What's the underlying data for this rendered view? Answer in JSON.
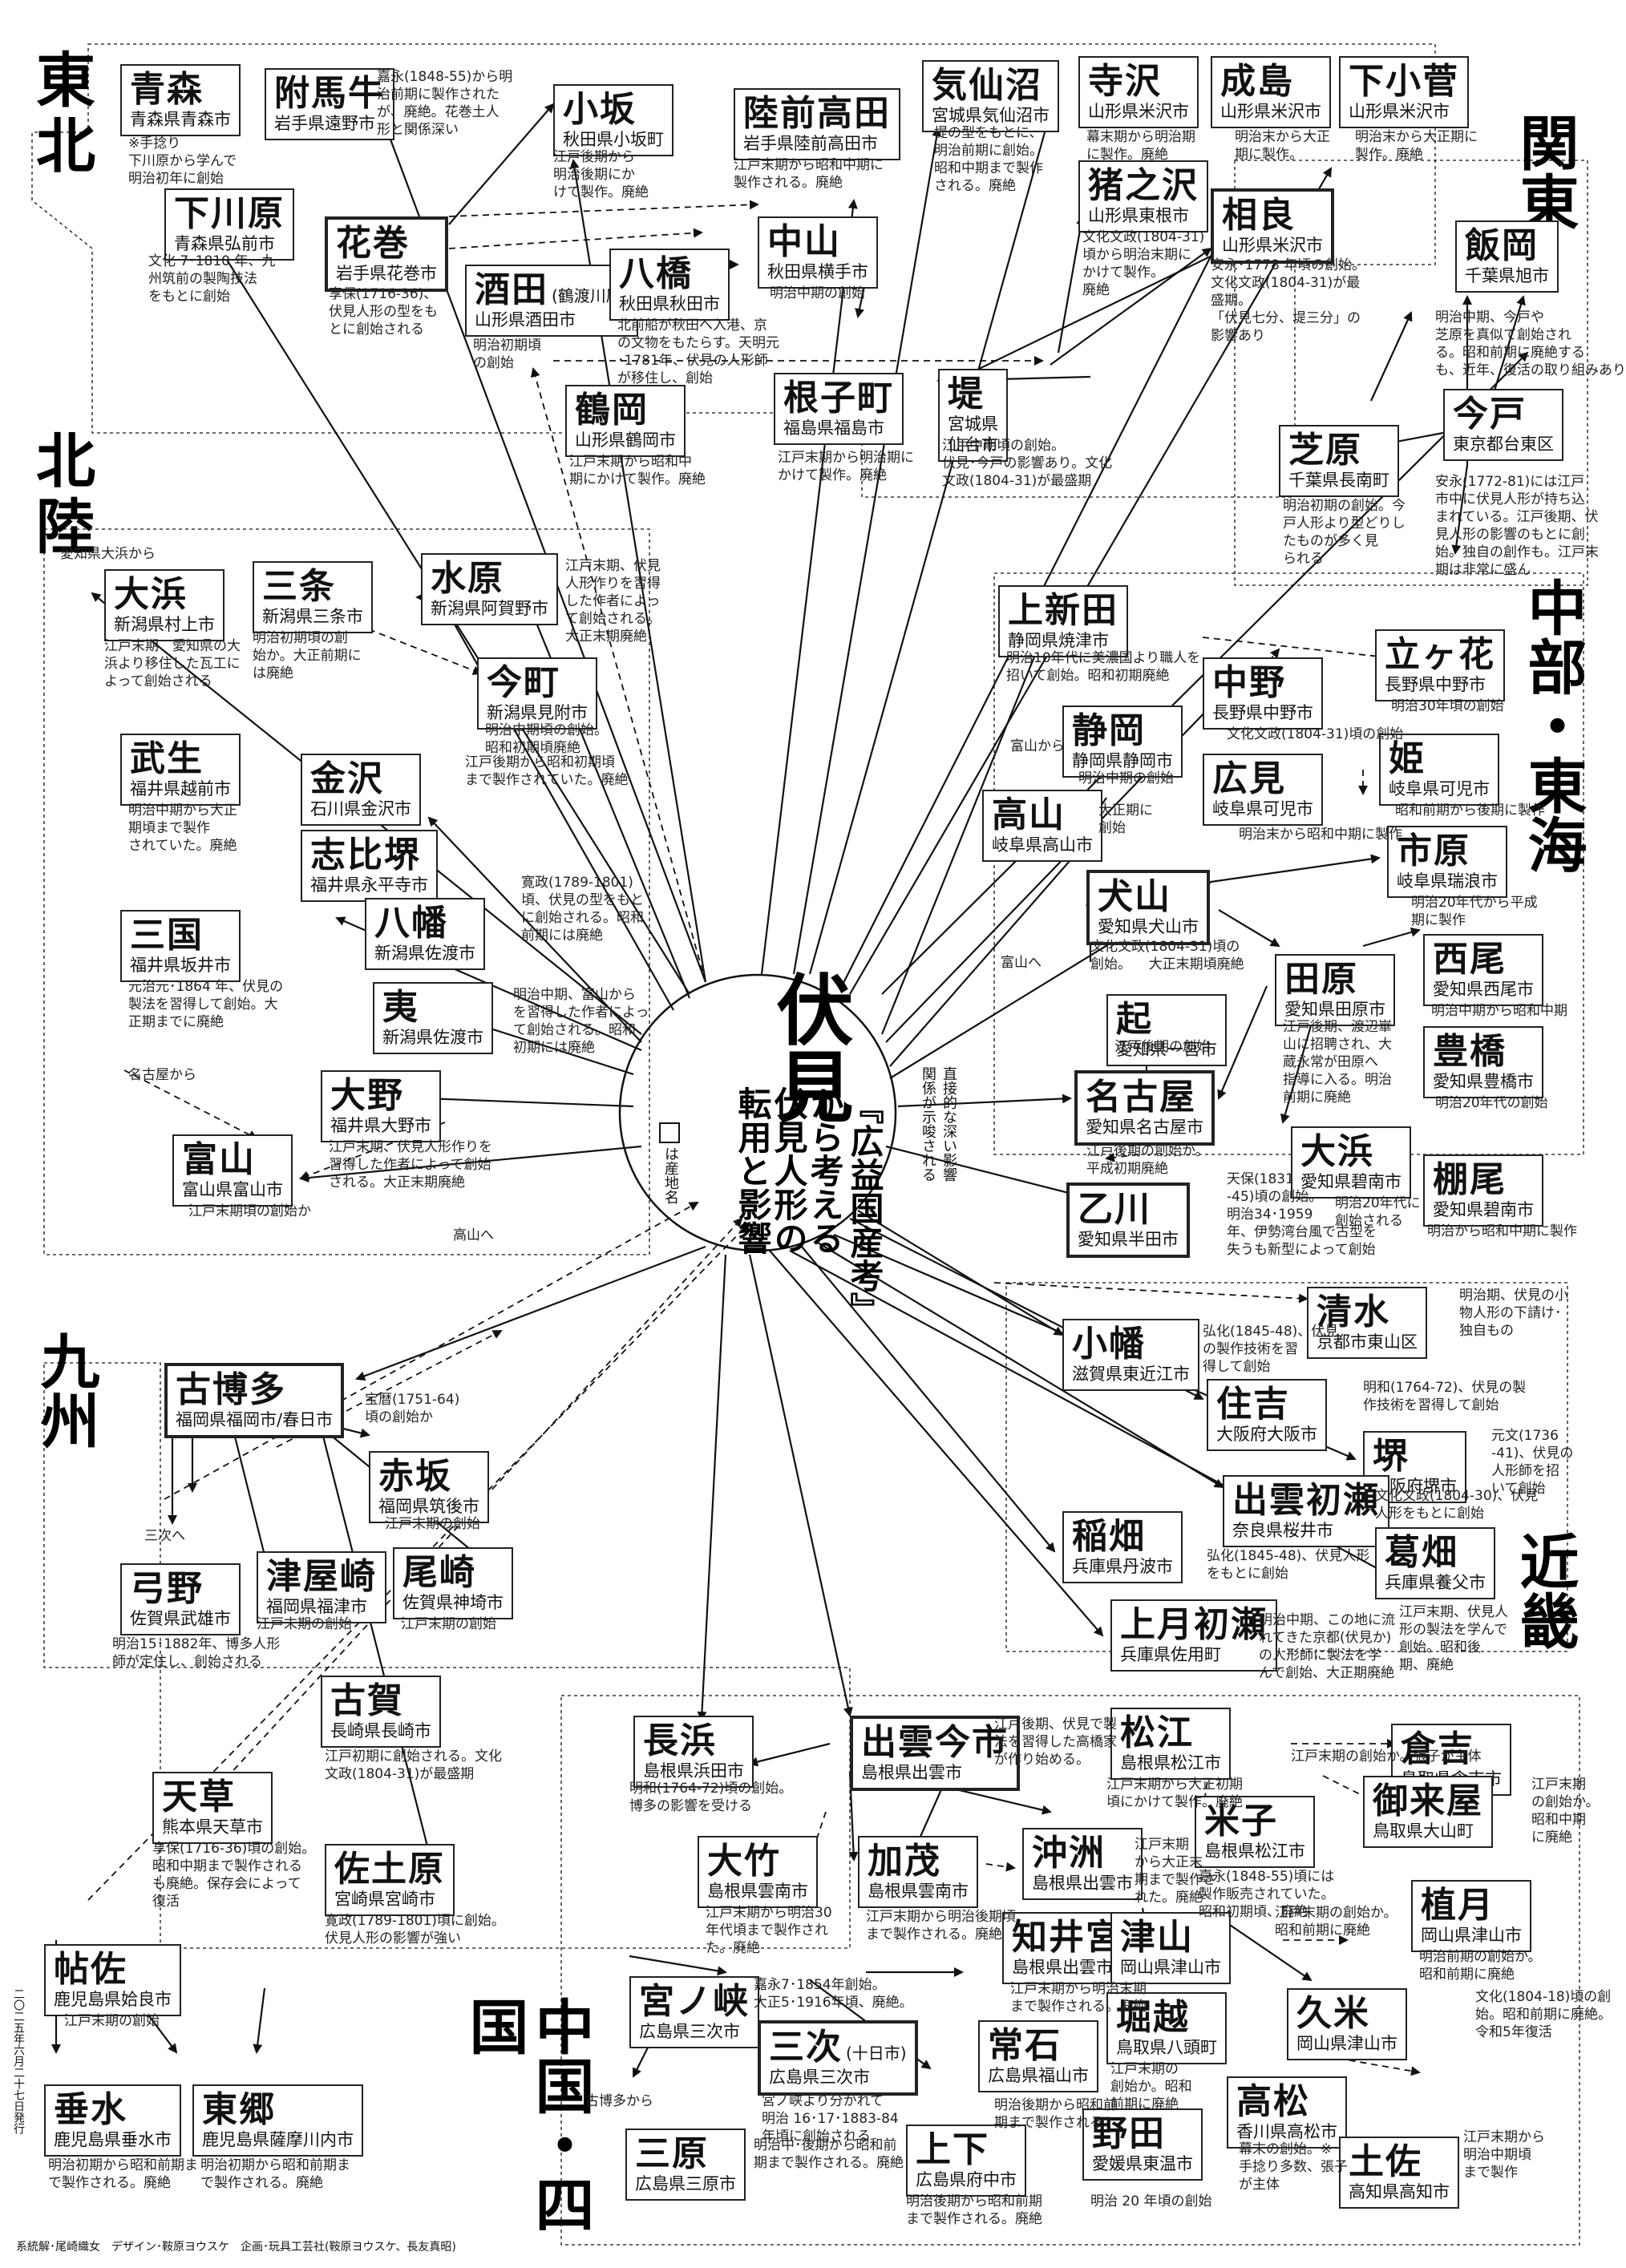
{
  "center": {
    "title": "伏見",
    "subtitle_a": "『広益国産考』",
    "subtitle_b": "から考える",
    "subtitle_c": "伏見人形の",
    "subtitle_d": "転用と影響",
    "legend_source": "は産地名",
    "legend_direct": "直接的な深い影響",
    "legend_hint": "関係が示唆される"
  },
  "regions": {
    "tohoku": "東北",
    "kanto": "関東",
    "hokuriku": "北陸",
    "chubu": "中部・東海",
    "kinki": "近畿",
    "kyushu": "九州",
    "chugoku": "中国・四国"
  },
  "nodes": {
    "aomori": {
      "name": "青森",
      "place": "青森県青森市"
    },
    "shimokawara": {
      "name": "下川原",
      "place": "青森県弘前市"
    },
    "fuzoroi": {
      "name": "附馬牛",
      "place": "岩手県遠野市"
    },
    "hanamaki": {
      "name": "花巻",
      "place": "岩手県花巻市"
    },
    "kosaka": {
      "name": "小坂",
      "place": "秋田県小坂町"
    },
    "rikuzen": {
      "name": "陸前高田",
      "place": "岩手県陸前高田市"
    },
    "kesennuma": {
      "name": "気仙沼",
      "place": "宮城県気仙沼市"
    },
    "terasawa": {
      "name": "寺沢",
      "place": "山形県米沢市"
    },
    "narushima": {
      "name": "成島",
      "place": "山形県米沢市"
    },
    "shimokosuge": {
      "name": "下小菅",
      "place": "山形県米沢市"
    },
    "inokozawa": {
      "name": "猪之沢",
      "place": "山形県東根市"
    },
    "sagara": {
      "name": "相良",
      "place": "山形県米沢市"
    },
    "nakayama": {
      "name": "中山",
      "place": "秋田県横手市"
    },
    "sakata": {
      "name": "酒田",
      "small": "(鶴渡川原)",
      "place": "山形県酒田市"
    },
    "yabase": {
      "name": "八橋",
      "place": "秋田県秋田市"
    },
    "tsuruoka": {
      "name": "鶴岡",
      "place": "山形県鶴岡市"
    },
    "nekomachi": {
      "name": "根子町",
      "place": "福島県福島市"
    },
    "tsutsumi": {
      "name": "堤",
      "place": "宮城県\n仙台市"
    },
    "iioka": {
      "name": "飯岡",
      "place": "千葉県旭市"
    },
    "shibahara": {
      "name": "芝原",
      "place": "千葉県長南町"
    },
    "imado": {
      "name": "今戸",
      "place": "東京都台東区"
    },
    "ohama_n": {
      "name": "大浜",
      "place": "新潟県村上市"
    },
    "sanjo": {
      "name": "三条",
      "place": "新潟県三条市"
    },
    "suibara": {
      "name": "水原",
      "place": "新潟県阿賀野市"
    },
    "imamachi": {
      "name": "今町",
      "place": "新潟県見附市"
    },
    "takefu": {
      "name": "武生",
      "place": "福井県越前市"
    },
    "kanazawa": {
      "name": "金沢",
      "place": "石川県金沢市"
    },
    "shihiro": {
      "name": "志比堺",
      "place": "福井県永平寺市"
    },
    "mikuni": {
      "name": "三国",
      "place": "福井県坂井市"
    },
    "yawata": {
      "name": "八幡",
      "place": "新潟県佐渡市"
    },
    "ebisu": {
      "name": "夷",
      "place": "新潟県佐渡市"
    },
    "ono": {
      "name": "大野",
      "place": "福井県大野市"
    },
    "toyama": {
      "name": "富山",
      "place": "富山県富山市"
    },
    "kamishinden": {
      "name": "上新田",
      "place": "静岡県焼津市"
    },
    "tachibana": {
      "name": "立ヶ花",
      "place": "長野県中野市"
    },
    "nakano": {
      "name": "中野",
      "place": "長野県中野市"
    },
    "shizuoka": {
      "name": "静岡",
      "place": "静岡県静岡市"
    },
    "hime": {
      "name": "姫",
      "place": "岐阜県可児市"
    },
    "hiromi": {
      "name": "広見",
      "place": "岐阜県可児市"
    },
    "takayama": {
      "name": "高山",
      "place": "岐阜県高山市"
    },
    "ichihara": {
      "name": "市原",
      "place": "岐阜県瑞浪市"
    },
    "inuyama": {
      "name": "犬山",
      "place": "愛知県犬山市"
    },
    "nishio": {
      "name": "西尾",
      "place": "愛知県西尾市"
    },
    "tahara": {
      "name": "田原",
      "place": "愛知県田原市"
    },
    "oki": {
      "name": "起",
      "place": "愛知県一宮市"
    },
    "toyohashi": {
      "name": "豊橋",
      "place": "愛知県豊橋市"
    },
    "nagoya": {
      "name": "名古屋",
      "place": "愛知県名古屋市"
    },
    "ohama_h": {
      "name": "大浜",
      "place": "愛知県碧南市"
    },
    "tanao": {
      "name": "棚尾",
      "place": "愛知県碧南市"
    },
    "otogawa": {
      "name": "乙川",
      "place": "愛知県半田市"
    },
    "shimizu": {
      "name": "清水",
      "place": "京都市東山区"
    },
    "obata": {
      "name": "小幡",
      "place": "滋賀県東近江市"
    },
    "sumiyoshi": {
      "name": "住吉",
      "place": "大阪府大阪市"
    },
    "sakai": {
      "name": "堺",
      "place": "大阪府堺市"
    },
    "izumo_hatsuse": {
      "name": "出雲初瀬",
      "place": "奈良県桜井市"
    },
    "inahata": {
      "name": "稲畑",
      "place": "兵庫県丹波市"
    },
    "kuzuhata": {
      "name": "葛畑",
      "place": "兵庫県養父市"
    },
    "kozuki": {
      "name": "上月初瀬",
      "place": "兵庫県佐用町"
    },
    "kohakata": {
      "name": "古博多",
      "place": "福岡県福岡市/春日市"
    },
    "akasaka": {
      "name": "赤坂",
      "place": "福岡県筑後市"
    },
    "yumino": {
      "name": "弓野",
      "place": "佐賀県武雄市"
    },
    "tsuyazaki": {
      "name": "津屋崎",
      "place": "福岡県福津市"
    },
    "ozaki": {
      "name": "尾崎",
      "place": "佐賀県神埼市"
    },
    "koga": {
      "name": "古賀",
      "place": "長崎県長崎市"
    },
    "amakusa": {
      "name": "天草",
      "place": "熊本県天草市"
    },
    "sadowara": {
      "name": "佐土原",
      "place": "宮崎県宮崎市"
    },
    "chosa": {
      "name": "帖佐",
      "place": "鹿児島県姶良市"
    },
    "tarumizu": {
      "name": "垂水",
      "place": "鹿児島県垂水市"
    },
    "togo": {
      "name": "東郷",
      "place": "鹿児島県薩摩川内市"
    },
    "nagahama": {
      "name": "長浜",
      "place": "島根県浜田市"
    },
    "izumo_imaichi": {
      "name": "出雲今市",
      "place": "島根県出雲市"
    },
    "matsue": {
      "name": "松江",
      "place": "島根県松江市"
    },
    "kurayoshi": {
      "name": "倉吉",
      "place": "鳥取県倉吉市"
    },
    "yonago": {
      "name": "米子",
      "place": "島根県松江市"
    },
    "mikuriya": {
      "name": "御来屋",
      "place": "鳥取県大山町"
    },
    "otake": {
      "name": "大竹",
      "place": "島根県雲南市"
    },
    "kamo": {
      "name": "加茂",
      "place": "島根県雲南市"
    },
    "okinosu": {
      "name": "沖洲",
      "place": "島根県出雲市"
    },
    "chiikumiya": {
      "name": "知井宮",
      "place": "島根県出雲市"
    },
    "tsuyama": {
      "name": "津山",
      "place": "岡山県津山市"
    },
    "uetsuki": {
      "name": "植月",
      "place": "岡山県津山市"
    },
    "horikoshi": {
      "name": "堀越",
      "place": "鳥取県八頭町"
    },
    "kume": {
      "name": "久米",
      "place": "岡山県津山市"
    },
    "miyanokyo": {
      "name": "宮ノ峡",
      "place": "広島県三次市"
    },
    "miyoshi": {
      "name": "三次",
      "small": "(十日市)",
      "place": "広島県三次市"
    },
    "tsuneishi": {
      "name": "常石",
      "place": "広島県福山市"
    },
    "mihara": {
      "name": "三原",
      "place": "広島県三原市"
    },
    "kamige": {
      "name": "上下",
      "place": "広島県府中市"
    },
    "noda": {
      "name": "野田",
      "place": "愛媛県東温市"
    },
    "takamatsu": {
      "name": "高松",
      "place": "香川県高松市"
    },
    "tosa": {
      "name": "土佐",
      "place": "高知県高知市"
    }
  },
  "notes": {
    "aomori": "※手捻り\n下川原から学んで\n明治初年に創始",
    "shimokawara": "文化 7･1810 年、九\n州筑前の製陶技法\nをもとに創始",
    "fuzoroi": "嘉永(1848-55)から明\n治前期に製作された\nが、廃絶。花巻土人\n形と関係深い",
    "hanamaki": "享保(1716-36)、\n伏見人形の型をも\nとに創始される",
    "kosaka": "江戸後期から\n明治後期にか\nけて製作。廃絶",
    "rikuzen": "江戸末期から昭和中期に\n製作される。廃絶",
    "kesennuma": "堤の型をもとに、\n明治前期に創始。\n昭和中期まで製作\nされる。廃絶",
    "terasawa": "幕末期から明治期\nに製作。廃絶",
    "narushima": "明治末から大正\n期に製作。",
    "shimokosuge": "明治末から大正期に\n製作。廃絶",
    "inokozawa": "文化文政(1804-31)\n頃から明治末期に\nかけて製作。\n廃絶",
    "sagara": "安永･1778 年頃の創始。\n文化文政(1804-31)が最\n盛期。\n「伏見七分、堤三分」の\n影響あり",
    "nakayama": "明治中期の創始",
    "sakata": "明治初期頃\nの創始",
    "yabase": "北前船が秋田へ入港、京\nの文物をもたらす。天明元\n･1781年、伏見の人形師\nが移住し、創始",
    "tsuruoka": "江戸末期から昭和中\n期にかけて製作。廃絶",
    "nekomachi": "江戸末期から明治期に\nかけて製作。廃絶",
    "tsutsumi": "江戸中期頃の創始。\n伏見･今戸の影響あり。文化\n文政(1804-31)が最盛期",
    "iioka": "明治中期、今戸や\n芝原を真似て創始され\nる。昭和前期に廃絶する\nも、近年、復活の取り組みあり",
    "shibahara": "明治初期の創始。今\n戸人形より型どりし\nたものが多く見\nられる",
    "imado": "安永(1772-81)には江戸\n市中に伏見人形が持ち込\nまれている。江戸後期、伏\n見人形の影響のもとに創\n始。独自の創作も。江戸末\n期は非常に盛ん",
    "ohama_n": "江戸末期、愛知県の大\n浜より移住した瓦工に\nよって創始される",
    "ohama_n_from": "愛知県大浜から",
    "suibara": "江戸末期、伏見\n人形作りを習得\nした作者によっ\nて創始される。\n大正末期廃絶",
    "sanjo": "明治初期頃の創\n始か。大正前期に\nは廃絶",
    "imamachi": "明治中期頃の創始。\n昭和初期頃廃絶",
    "takefu": "明治中期から大正\n期頃まで製作\nされていた。廃絶",
    "kanazawa": "江戸後期から昭和初期頃\nまで製作されていた。廃絶",
    "yawata": "寛政(1789-1801)\n頃、伏見の型をもと\nに創始される。昭和\n前期には廃絶",
    "mikuni": "元治元･1864 年、伏見の\n製法を習得して創始。大\n正期までに廃絶",
    "ebisu": "明治中期、富山から\nを習得した作者によっ\nて創始される。昭和\n初期には廃絶",
    "ono": "江戸末期、伏見人形作りを\n習得した作者によって創始\nされる。大正末期廃絶",
    "nagoya_from": "名古屋から",
    "toyama": "江戸末期頃の創始か",
    "toyama_to": "高山へ",
    "kamishinden": "明治10年代に美濃国より職人を\n招いて創始。昭和初期廃絶",
    "tachibana": "明治30年頃の創始",
    "nakano": "文化文政(1804-31)頃の創始",
    "shizuoka": "明治中期の創始",
    "toyama_from": "富山から",
    "hime": "昭和前期から後期に製作",
    "hiromi": "明治末から昭和中期に製作",
    "takayama": "大正期に\n創始",
    "ichihara": "明治20年代から平成\n期に製作",
    "inuyama": "文化文政(1804-31)頃の\n創始。    大正末期頃廃絶",
    "takayama_to": "富山へ",
    "nishio": "明治中期から昭和中期",
    "tahara": "江戸後期、渡辺崋\n山に招聘され、大\n蔵永常が田原へ\n指導に入る。明治\n前期に廃絶",
    "oki": "江戸後期の創始",
    "toyohashi": "明治20年代の創始",
    "nagoya": "江戸後期の創始か。\n平成初期廃絶",
    "ohama_h": "明治20年代に\n創始される",
    "otogawa": "天保(1831\n-45)頃の創始。\n明治34･1959\n年、伊勢湾台風で古型を\n失うも新型によって創始",
    "tanao": "明治から昭和中期に製作",
    "shimizu": "明治期、伏見の小\n物人形の下請け･\n独自もの",
    "obata": "弘化(1845-48)、伏見\nの製作技術を習\n得して創始",
    "sumiyoshi": "明和(1764-72)、伏見の製\n作技術を習得して創始",
    "sakai": "元文(1736\n-41)、伏見の\n人形師を招\nいて創始",
    "izumo_hatsuse": "文化文政(1804-30)、伏見\n人形をもとに創始",
    "inahata": "弘化(1845-48)、伏見人形\nをもとに創始",
    "kuzuhata": "江戸末期、伏見人\n形の製法を学んで\n創始。昭和後\n期、廃絶",
    "kozuki": "明治中期、この地に流\nれてきた京都(伏見か)\nの人形師に製法を学\nんで創始、大正期廃絶",
    "kohakata": "宝暦(1751-64)\n頃の創始か",
    "miyoshi_to": "三次へ",
    "akasaka": "江戸末期の創始",
    "yumino": "明治15･1882年、博多人形\n師が定住し、創始される",
    "tsuyazaki": "江戸末期の創始",
    "ozaki": "江戸末期の創始",
    "koga": "江戸初期に創始される。文化\n文政(1804-31)が最盛期",
    "amakusa": "享保(1716-36)頃の創始。\n昭和中期まで製作される\nも廃絶。保存会によって\n復活",
    "sadowara": "寛政(1789-1801)頃に創始。\n伏見人形の影響が強い",
    "chosa": "江戸末期の創始",
    "tarumizu": "明治初期から昭和前期ま\nで製作される。廃絶",
    "togo": "明治初期から昭和前期ま\nで製作される。廃絶",
    "nagahama": "明和(1764-72)頃の創始。\n博多の影響を受ける",
    "izumo_imaichi": "江戸後期、伏見で製\n法を習得した高橋家\nが作り始める。",
    "matsue": "江戸末期から大正初期\n頃にかけて製作。廃絶",
    "kurayoshi": "江戸末期の創始か。張子が主体",
    "yonago": "嘉永(1848-55)頃には\n製作販売されていた。\n昭和初期頃、廃絶",
    "mikuriya": "江戸末期\nの創始か。\n昭和中期\nに廃絶",
    "otake": "江戸末期から明治30\n年代頃まで製作され\nた。廃絶",
    "kamo": "江戸末期から明治後期頃\nまで製作される。廃絶",
    "okinosu": "江戸末期\nから大正末\n期まで製作さ\nれた。廃絶",
    "chiikumiya": "江戸末期から明治末期\nまで製作される。廃絶",
    "tsuyama": "江戸末期の創始か。\n昭和前期に廃絶",
    "uetsuki": "明治前期の創始か。\n昭和前期に廃絶",
    "horikoshi": "江戸末期の\n創始か。昭和\n前期に廃絶",
    "kume": "文化(1804-18)頃の創\n始。昭和前期に廃絶。\n令和5年復活",
    "miyanokyo": "嘉永7･1854年創始。\n大正5･1916年頃、廃絶。",
    "miyoshi": "宮ノ峡より分かれて\n明治 16･17･1883-84\n年頃に創始される",
    "tsuneishi": "明治後期から昭和前\n期まで製作される",
    "kohakata_from": "古博多から",
    "mihara": "明治中･後期から昭和前\n期まで製作される。廃絶",
    "kamige": "明治後期から昭和前期\nまで製作される。廃絶",
    "noda": "明治 20 年頃の創始",
    "takamatsu": "幕末の創始。※\n手捻り多数、張子\nが主体",
    "tosa": "江戸末期から\n明治中期頃\nまで製作"
  },
  "footer": {
    "credits": "系統解･尾崎織女　デザイン･鞍原ヨウスケ　企画･玩具工芸社(鞍原ヨウスケ、長友真昭)",
    "date": "二〇二五年六月二十七日発行"
  }
}
